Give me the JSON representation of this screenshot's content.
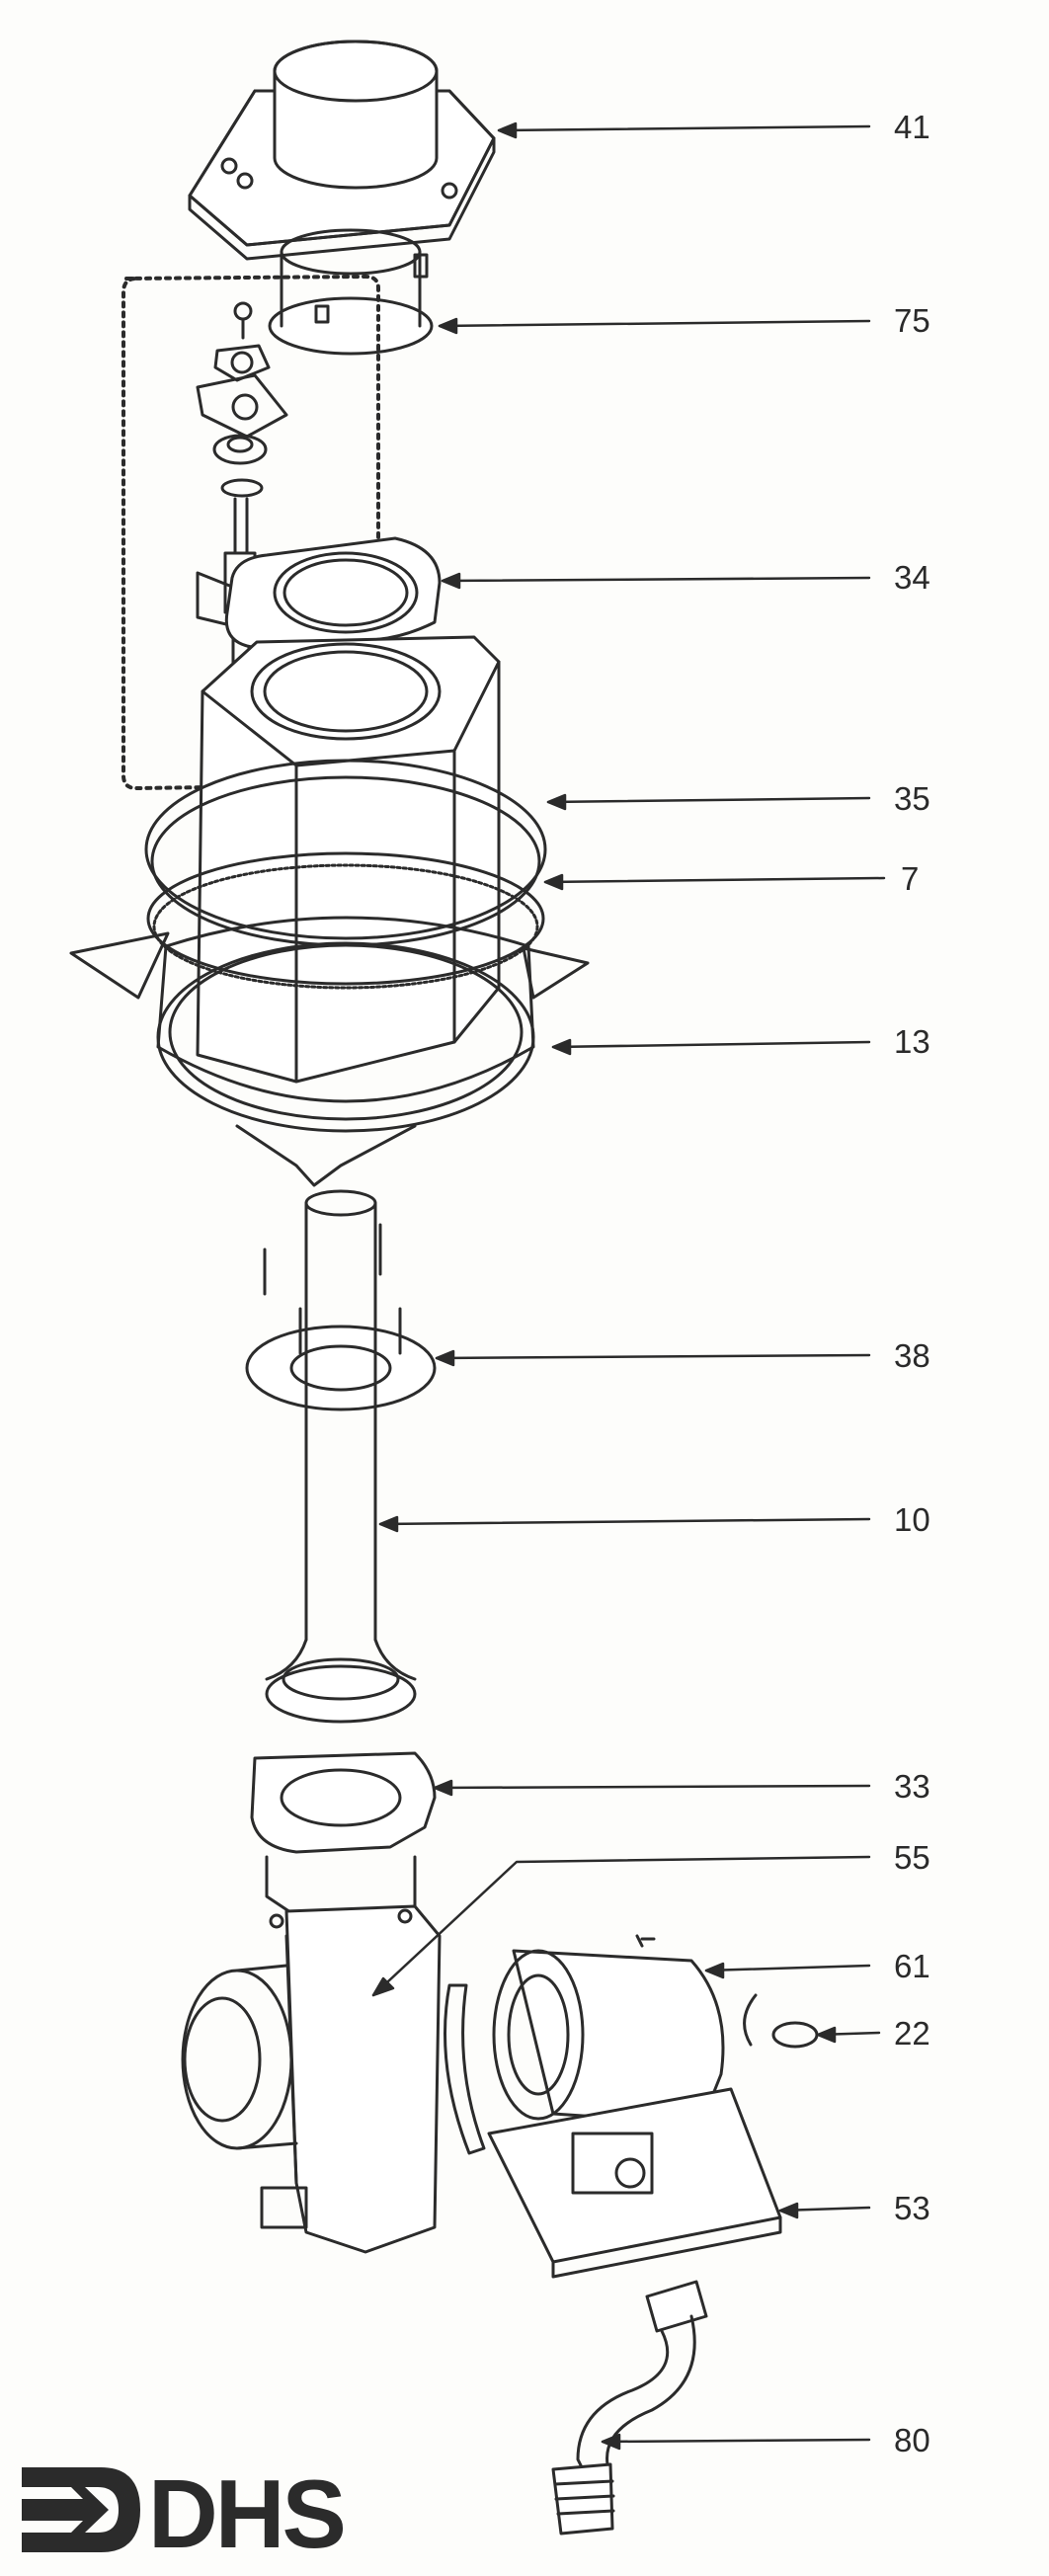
{
  "part_labels": {
    "p41": "41",
    "p75": "75",
    "p34": "34",
    "p35": "35",
    "p7": "7",
    "p13": "13",
    "p38": "38",
    "p10": "10",
    "p33": "33",
    "p55": "55",
    "p61": "61",
    "p22": "22",
    "p53": "53",
    "p80": "80"
  },
  "logo": {
    "text": "DHS"
  },
  "colors": {
    "line": "#2b2b2b",
    "paper": "#fdfdfb",
    "logo": "#2b2b2b"
  }
}
